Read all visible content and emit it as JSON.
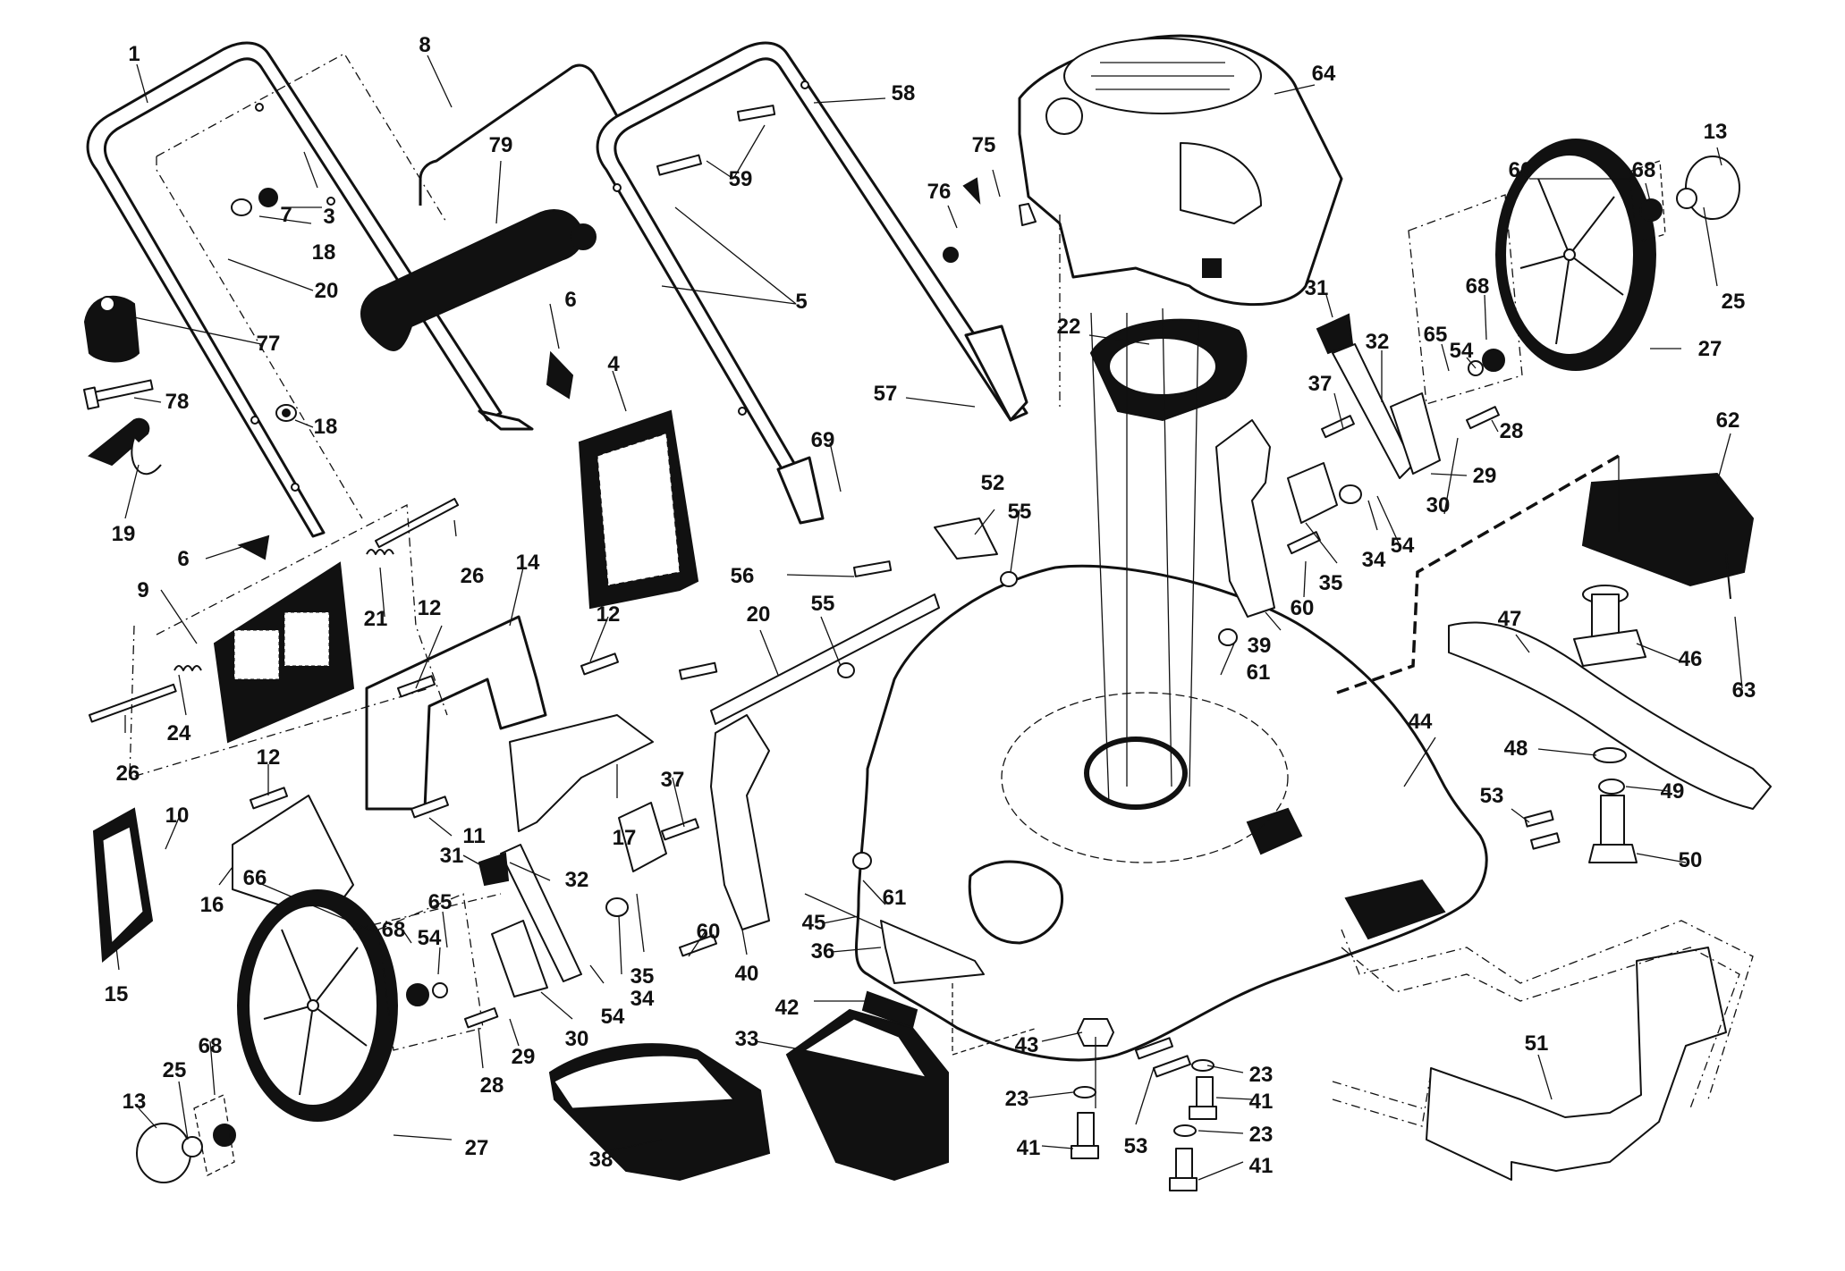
{
  "callouts": [
    {
      "id": "c1",
      "text": "1"
    },
    {
      "id": "c8",
      "text": "8"
    },
    {
      "id": "c7",
      "text": "7"
    },
    {
      "id": "c3",
      "text": "3"
    },
    {
      "id": "c79",
      "text": "79"
    },
    {
      "id": "c58",
      "text": "58"
    },
    {
      "id": "c59",
      "text": "59"
    },
    {
      "id": "c64",
      "text": "64"
    },
    {
      "id": "c75",
      "text": "75"
    },
    {
      "id": "c76",
      "text": "76"
    },
    {
      "id": "c13a",
      "text": "13"
    },
    {
      "id": "c66a",
      "text": "66"
    },
    {
      "id": "c68a",
      "text": "68"
    },
    {
      "id": "c25a",
      "text": "25"
    },
    {
      "id": "c27a",
      "text": "27"
    },
    {
      "id": "c18a",
      "text": "18"
    },
    {
      "id": "c20a",
      "text": "20"
    },
    {
      "id": "c77",
      "text": "77"
    },
    {
      "id": "c78",
      "text": "78"
    },
    {
      "id": "c18b",
      "text": "18"
    },
    {
      "id": "c19",
      "text": "19"
    },
    {
      "id": "c6a",
      "text": "6"
    },
    {
      "id": "c6b",
      "text": "6"
    },
    {
      "id": "c5",
      "text": "5"
    },
    {
      "id": "c4",
      "text": "4"
    },
    {
      "id": "c57",
      "text": "57"
    },
    {
      "id": "c69",
      "text": "69"
    },
    {
      "id": "c22",
      "text": "22"
    },
    {
      "id": "c31a",
      "text": "31"
    },
    {
      "id": "c32a",
      "text": "32"
    },
    {
      "id": "c65a",
      "text": "65"
    },
    {
      "id": "c68b",
      "text": "68"
    },
    {
      "id": "c54a",
      "text": "54"
    },
    {
      "id": "c37a",
      "text": "37"
    },
    {
      "id": "c28a",
      "text": "28"
    },
    {
      "id": "c29a",
      "text": "29"
    },
    {
      "id": "c30a",
      "text": "30"
    },
    {
      "id": "c34a",
      "text": "34"
    },
    {
      "id": "c54b",
      "text": "54"
    },
    {
      "id": "c35a",
      "text": "35"
    },
    {
      "id": "c60a",
      "text": "60"
    },
    {
      "id": "c39",
      "text": "39"
    },
    {
      "id": "c61a",
      "text": "61"
    },
    {
      "id": "c62",
      "text": "62"
    },
    {
      "id": "c63",
      "text": "63"
    },
    {
      "id": "c47",
      "text": "47"
    },
    {
      "id": "c46",
      "text": "46"
    },
    {
      "id": "c44",
      "text": "44"
    },
    {
      "id": "c48",
      "text": "48"
    },
    {
      "id": "c49",
      "text": "49"
    },
    {
      "id": "c50",
      "text": "50"
    },
    {
      "id": "c53a",
      "text": "53"
    },
    {
      "id": "c52",
      "text": "52"
    },
    {
      "id": "c55a",
      "text": "55"
    },
    {
      "id": "c56",
      "text": "56"
    },
    {
      "id": "c20b",
      "text": "20"
    },
    {
      "id": "c55b",
      "text": "55"
    },
    {
      "id": "c26a",
      "text": "26"
    },
    {
      "id": "c21",
      "text": "21"
    },
    {
      "id": "c9",
      "text": "9"
    },
    {
      "id": "c14",
      "text": "14"
    },
    {
      "id": "c12a",
      "text": "12"
    },
    {
      "id": "c12b",
      "text": "12"
    },
    {
      "id": "c24",
      "text": "24"
    },
    {
      "id": "c26b",
      "text": "26"
    },
    {
      "id": "c12c",
      "text": "12"
    },
    {
      "id": "c10",
      "text": "10"
    },
    {
      "id": "c11",
      "text": "11"
    },
    {
      "id": "c17",
      "text": "17"
    },
    {
      "id": "c37b",
      "text": "37"
    },
    {
      "id": "c15",
      "text": "15"
    },
    {
      "id": "c16",
      "text": "16"
    },
    {
      "id": "c66b",
      "text": "66"
    },
    {
      "id": "c31b",
      "text": "31"
    },
    {
      "id": "c32b",
      "text": "32"
    },
    {
      "id": "c68c",
      "text": "68"
    },
    {
      "id": "c54c",
      "text": "54"
    },
    {
      "id": "c65b",
      "text": "65"
    },
    {
      "id": "c61b",
      "text": "61"
    },
    {
      "id": "c45",
      "text": "45"
    },
    {
      "id": "c36",
      "text": "36"
    },
    {
      "id": "c40",
      "text": "40"
    },
    {
      "id": "c60b",
      "text": "60"
    },
    {
      "id": "c35b",
      "text": "35"
    },
    {
      "id": "c34b",
      "text": "34"
    },
    {
      "id": "c54d",
      "text": "54"
    },
    {
      "id": "c30b",
      "text": "30"
    },
    {
      "id": "c29b",
      "text": "29"
    },
    {
      "id": "c28b",
      "text": "28"
    },
    {
      "id": "c42",
      "text": "42"
    },
    {
      "id": "c33",
      "text": "33"
    },
    {
      "id": "c43",
      "text": "43"
    },
    {
      "id": "c23a",
      "text": "23"
    },
    {
      "id": "c23b",
      "text": "23"
    },
    {
      "id": "c41a",
      "text": "41"
    },
    {
      "id": "c23c",
      "text": "23"
    },
    {
      "id": "c53b",
      "text": "53"
    },
    {
      "id": "c41b",
      "text": "41"
    },
    {
      "id": "c41c",
      "text": "41"
    },
    {
      "id": "c51",
      "text": "51"
    },
    {
      "id": "c68d",
      "text": "68"
    },
    {
      "id": "c13b",
      "text": "13"
    },
    {
      "id": "c25b",
      "text": "25"
    },
    {
      "id": "c27b",
      "text": "27"
    },
    {
      "id": "c38",
      "text": "38"
    }
  ]
}
